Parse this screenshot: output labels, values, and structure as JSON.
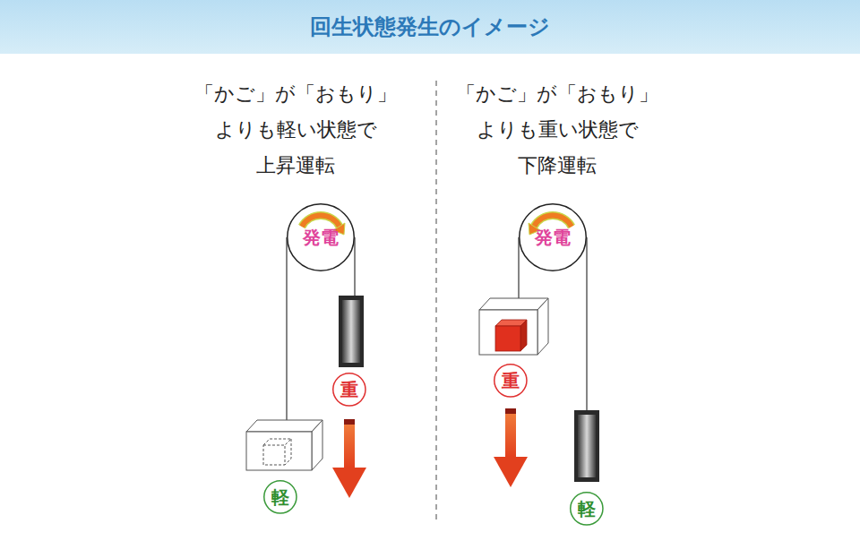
{
  "diagram": {
    "title": "回生状態発生のイメージ",
    "nodes": [
      {
        "text": [
          "発電"
        ]
      },
      {
        "text": [
          "重"
        ]
      },
      {
        "text": [
          "軽"
        ]
      },
      {
        "text": [
          "発電"
        ]
      },
      {
        "text": [
          "重"
        ]
      },
      {
        "text": [
          "軽"
        ]
      }
    ],
    "labels": [
      "「かご」が「おもり」 よりも軽い状態で 上昇運転",
      "「かご」が「おもり」 よりも重い状態で 下降運転"
    ]
  }
}
